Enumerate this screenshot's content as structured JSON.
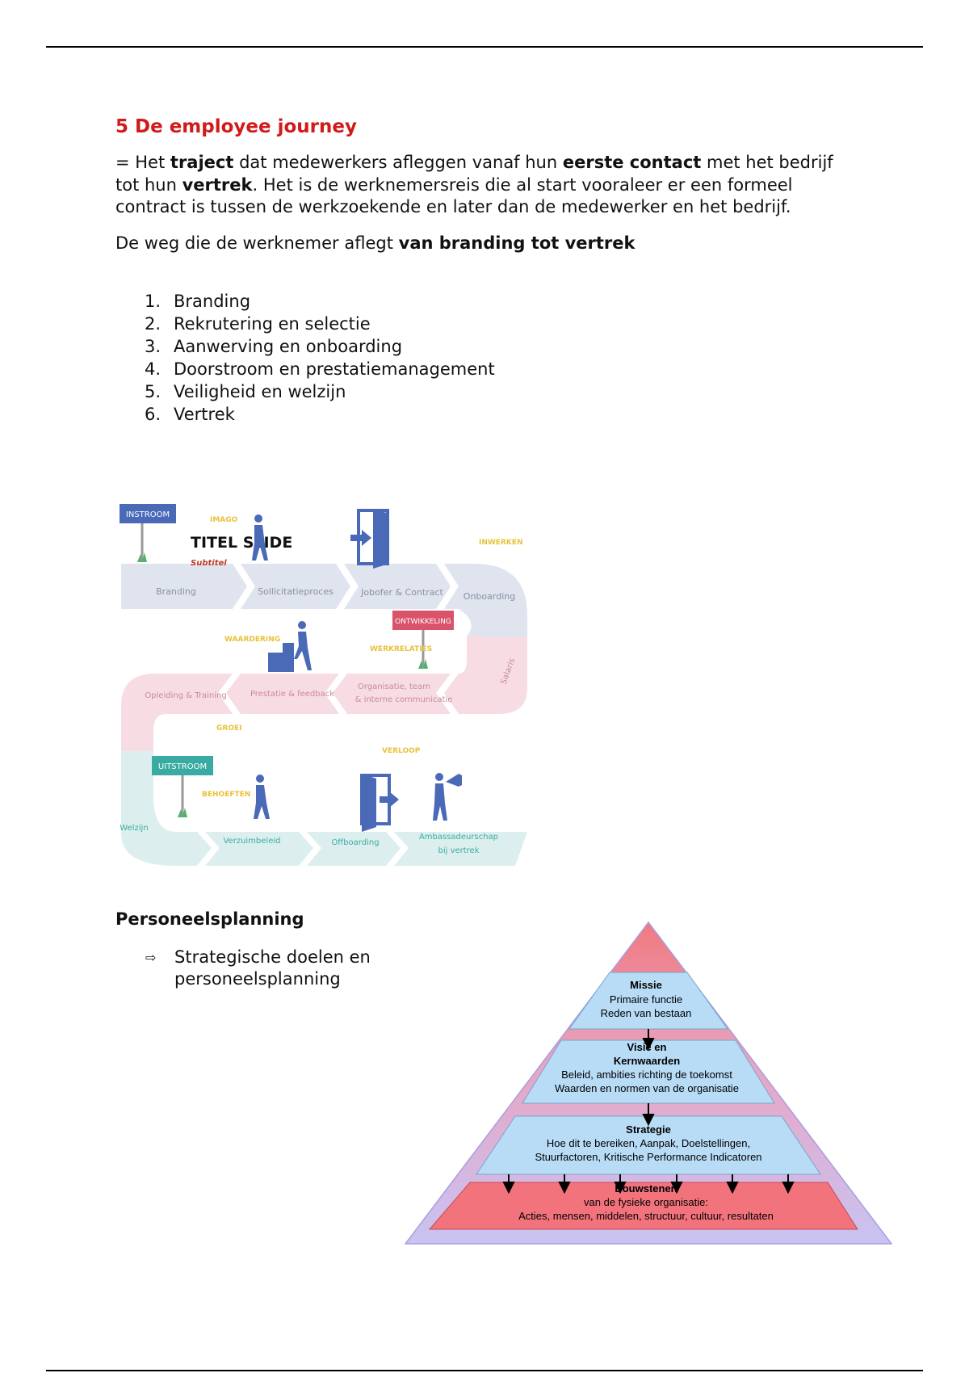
{
  "heading": "5 De employee journey",
  "intro": {
    "t1": "= Het ",
    "b1": "traject",
    "t2": " dat medewerkers afleggen vanaf hun ",
    "b2": "eerste contact",
    "t3": " met het bedrijf tot hun ",
    "b3": "vertrek",
    "t4": ". Het is de werknemersreis die al start vooraleer er een formeel contract is tussen de werkzoekende en later dan de medewerker en het bedrijf."
  },
  "weg": {
    "t1": "De weg die de werknemer aflegt ",
    "b1": "van branding tot vertrek"
  },
  "steps": [
    {
      "num": "1.",
      "label": "Branding"
    },
    {
      "num": "2.",
      "label": "Rekrutering en selectie"
    },
    {
      "num": "3.",
      "label": "Aanwerving en onboarding"
    },
    {
      "num": "4.",
      "label": "Doorstroom en prestatiemanagement"
    },
    {
      "num": "5.",
      "label": "Veiligheid en welzijn"
    },
    {
      "num": "6.",
      "label": "Vertrek"
    }
  ],
  "journey_diagram": {
    "title": "TITEL SLIDE",
    "subtitle": "Subtitel",
    "signs": {
      "instroom": "INSTROOM",
      "ontwikkeling": "ONTWIKKELING",
      "uitstroom": "UITSTROOM"
    },
    "themes": {
      "imago": "IMAGO",
      "inwerken": "INWERKEN",
      "waardering": "WAARDERING",
      "werkrelaties": "WERKRELATIES",
      "groei": "GROEI",
      "verloop": "VERLOOP",
      "behoeften": "BEHOEFTEN"
    },
    "row1": [
      "Branding",
      "Sollicitatieproces",
      "Jobofer & Contract",
      "Onboarding"
    ],
    "row2": [
      "Opleiding & Training",
      "Prestatie & feedback",
      "Organisatie, team",
      "& interne communicatie"
    ],
    "salaris": "Salaris",
    "row3": [
      "Welzijn",
      "Verzuimbeleid",
      "Offboarding",
      "Ambassadeurschap",
      "bij vertrek"
    ],
    "colors": {
      "blue": "#4a69b7",
      "pink": "#d9546a",
      "teal": "#3aaba2",
      "yellow": "#e8c23a"
    }
  },
  "personeelsplanning": {
    "title": "Personeelsplanning",
    "bullet_icon": "arrow-right-icon",
    "item": "Strategische doelen en personeelsplanning"
  },
  "pyramid": {
    "missie": {
      "title": "Missie",
      "l1": "Primaire functie",
      "l2": "Reden van bestaan"
    },
    "visie": {
      "title1": "Visie en",
      "title2": "Kernwaarden",
      "l1": "Beleid, ambities richting de toekomst",
      "l2": "Waarden en normen van de organisatie"
    },
    "strategie": {
      "title": "Strategie",
      "l1": "Hoe dit te bereiken, Aanpak, Doelstellingen,",
      "l2": "Stuurfactoren, Kritische Performance Indicatoren"
    },
    "bouwstenen": {
      "title": "Bouwstenen",
      "l1": "van de fysieke organisatie:",
      "l2": "Acties, mensen, middelen, structuur, cultuur, resultaten"
    }
  }
}
